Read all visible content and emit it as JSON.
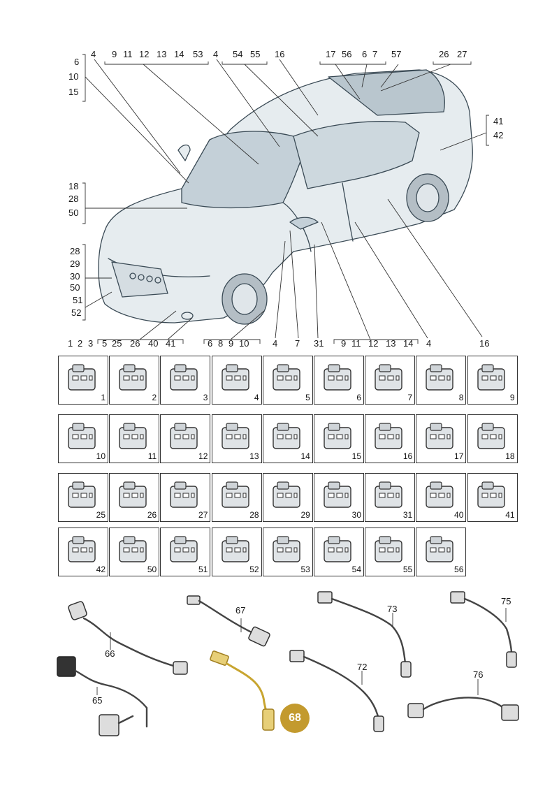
{
  "top_labels": {
    "l6a": "6",
    "l10a": "10",
    "l15a": "15",
    "l4a": "4",
    "l9a": "9",
    "l11a": "11",
    "l12a": "12",
    "l13a": "13",
    "l14a": "14",
    "l53": "53",
    "l4b": "4",
    "l54": "54",
    "l55": "55",
    "l16a": "16",
    "l17": "17",
    "l56": "56",
    "l6b": "6",
    "l7a": "7",
    "l57": "57",
    "l26a": "26",
    "l27a": "27",
    "l41a": "41",
    "l42a": "42",
    "l18": "18",
    "l28a": "28",
    "l50a": "50",
    "l28b": "28",
    "l29": "29",
    "l30": "30",
    "l50b": "50",
    "l51": "51",
    "l52": "52"
  },
  "bottom_labels": {
    "b1": "1",
    "b2": "2",
    "b3": "3",
    "b5": "5",
    "b25": "25",
    "b26": "26",
    "b40": "40",
    "b41": "41",
    "b6": "6",
    "b8": "8",
    "b9": "9",
    "b10": "10",
    "b4a": "4",
    "b7": "7",
    "b31": "31",
    "b9b": "9",
    "b11": "11",
    "b12": "12",
    "b13": "13",
    "b14": "14",
    "b4b": "4",
    "b16": "16"
  },
  "connector_grid": [
    [
      "1",
      "2",
      "3",
      "4",
      "5",
      "6",
      "7",
      "8",
      "9"
    ],
    [
      "10",
      "11",
      "12",
      "13",
      "14",
      "15",
      "16",
      "17",
      "18"
    ],
    [
      "25",
      "26",
      "27",
      "28",
      "29",
      "30",
      "31",
      "40",
      "41"
    ],
    [
      "42",
      "50",
      "51",
      "52",
      "53",
      "54",
      "55",
      "56"
    ]
  ],
  "wiring": {
    "w66": "66",
    "w67": "67",
    "w73": "73",
    "w75": "75",
    "w65": "65",
    "w72": "72",
    "w76": "76",
    "w68": "68"
  },
  "colors": {
    "highlight": "#c39a2e",
    "line": "#333333"
  }
}
